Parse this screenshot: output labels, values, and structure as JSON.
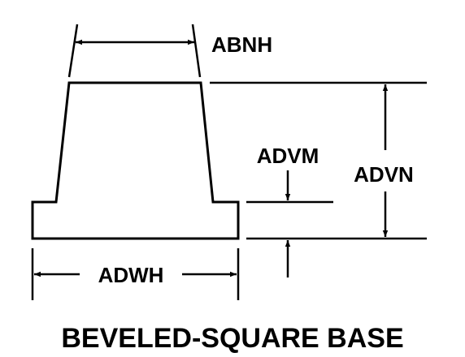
{
  "diagram": {
    "title": "BEVELED-SQUARE BASE",
    "labels": {
      "top_width": "ABNH",
      "base_height": "ADVM",
      "overall_height": "ADVN",
      "base_width": "ADWH"
    },
    "colors": {
      "line": "#000000",
      "background": "#ffffff"
    }
  }
}
